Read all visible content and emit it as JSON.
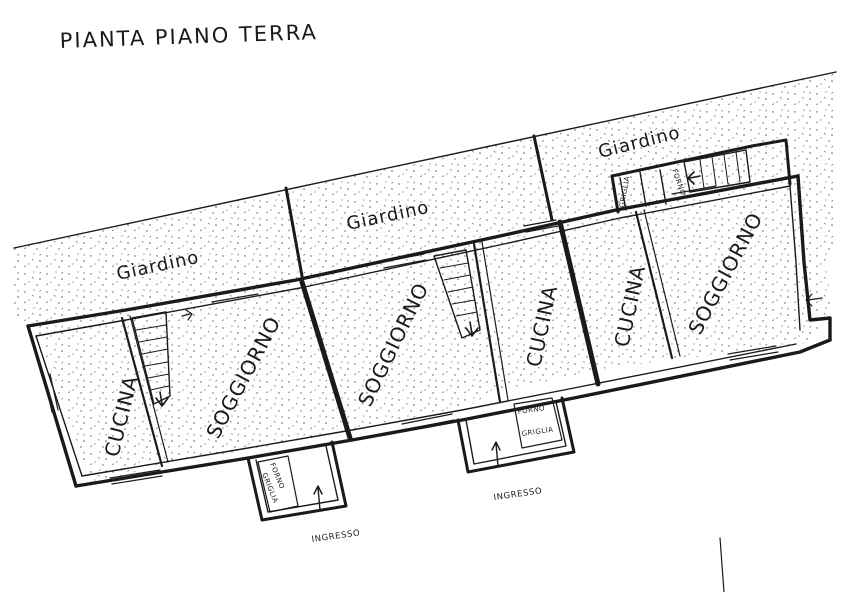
{
  "drawing": {
    "title": "PIANTA PIANO TERRA",
    "gardens": [
      "Giardino",
      "Giardino",
      "Giardino"
    ],
    "rooms": {
      "cucina": [
        "CUCINA",
        "CUCINA",
        "CUCINA"
      ],
      "soggiorno": [
        "SOGGIORNO",
        "SOGGIORNO",
        "SOGGIORNO"
      ]
    },
    "fixtures": {
      "forno": [
        "FORNO",
        "FORNO",
        "FORNO"
      ],
      "griglia": [
        "GRIGLIA",
        "GRIGLIA",
        "GRIGLIA"
      ]
    },
    "entrances": [
      "INGRESSO",
      "INGRESSO"
    ],
    "ink_color": "#1a1a1a",
    "paper_color": "#ffffff"
  }
}
